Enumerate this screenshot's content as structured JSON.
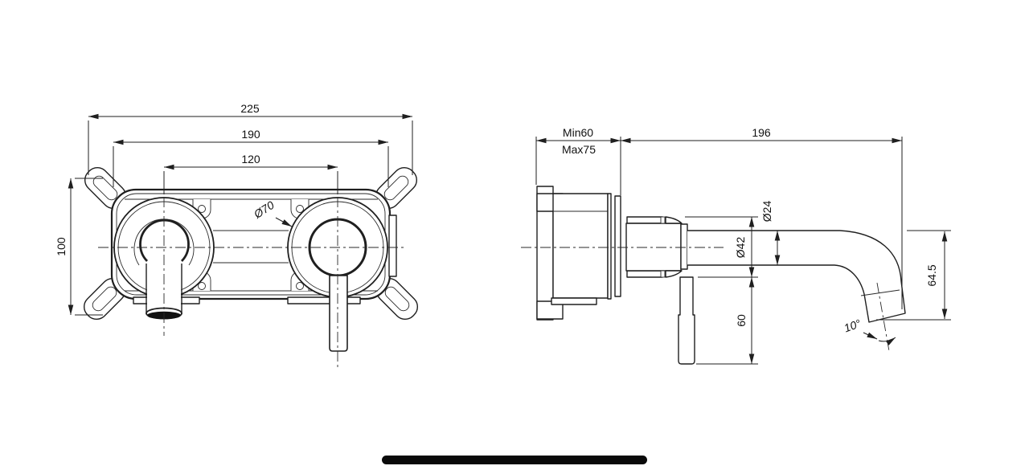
{
  "drawing": {
    "front_view": {
      "width_overall": "225",
      "width_plate": "190",
      "hole_spacing": "120",
      "height": "100",
      "escutcheon_diameter": "Ø70"
    },
    "side_view": {
      "wall_depth_min": "Min60",
      "wall_depth_max": "Max75",
      "spout_projection": "196",
      "spout_diameter": "Ø24",
      "body_diameter": "Ø42",
      "handle_length": "60",
      "spout_drop": "64.5",
      "spout_angle": "10°"
    },
    "colors": {
      "line": "#1f1f1f",
      "background": "#ffffff",
      "divider": "#0a0a0a"
    }
  }
}
